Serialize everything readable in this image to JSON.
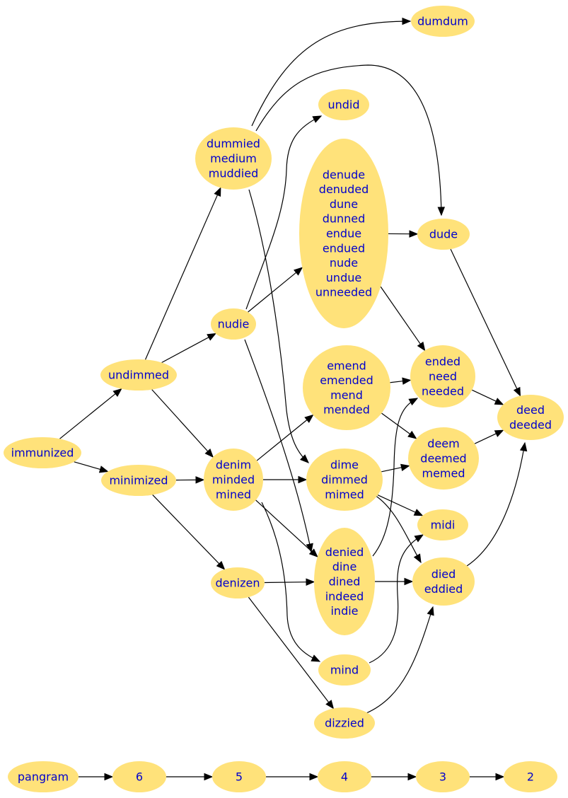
{
  "diagram": {
    "colors": {
      "node_fill": "#ffe27a",
      "label": "#0000cc",
      "edge": "#000000"
    },
    "nodes": [
      {
        "id": "immunized",
        "lines": [
          "immunized"
        ]
      },
      {
        "id": "undimmed",
        "lines": [
          "undimmed"
        ]
      },
      {
        "id": "minimized",
        "lines": [
          "minimized"
        ]
      },
      {
        "id": "dummied",
        "lines": [
          "dummied",
          "medium",
          "muddied"
        ]
      },
      {
        "id": "nudie",
        "lines": [
          "nudie"
        ]
      },
      {
        "id": "denim",
        "lines": [
          "denim",
          "minded",
          "mined"
        ]
      },
      {
        "id": "denizen",
        "lines": [
          "denizen"
        ]
      },
      {
        "id": "dumdum",
        "lines": [
          "dumdum"
        ]
      },
      {
        "id": "undid",
        "lines": [
          "undid"
        ]
      },
      {
        "id": "denude",
        "lines": [
          "denude",
          "denuded",
          "dune",
          "dunned",
          "endue",
          "endued",
          "nude",
          "undue",
          "unneeded"
        ]
      },
      {
        "id": "emend",
        "lines": [
          "emend",
          "emended",
          "mend",
          "mended"
        ]
      },
      {
        "id": "dime",
        "lines": [
          "dime",
          "dimmed",
          "mimed"
        ]
      },
      {
        "id": "denied",
        "lines": [
          "denied",
          "dine",
          "dined",
          "indeed",
          "indie"
        ]
      },
      {
        "id": "mind",
        "lines": [
          "mind"
        ]
      },
      {
        "id": "dizzied",
        "lines": [
          "dizzied"
        ]
      },
      {
        "id": "dude",
        "lines": [
          "dude"
        ]
      },
      {
        "id": "ended",
        "lines": [
          "ended",
          "need",
          "needed"
        ]
      },
      {
        "id": "deem",
        "lines": [
          "deem",
          "deemed",
          "memed"
        ]
      },
      {
        "id": "midi",
        "lines": [
          "midi"
        ]
      },
      {
        "id": "died",
        "lines": [
          "died",
          "eddied"
        ]
      },
      {
        "id": "deed",
        "lines": [
          "deed",
          "deeded"
        ]
      },
      {
        "id": "pangram",
        "lines": [
          "pangram"
        ]
      },
      {
        "id": "l6",
        "lines": [
          "6"
        ]
      },
      {
        "id": "l5",
        "lines": [
          "5"
        ]
      },
      {
        "id": "l4",
        "lines": [
          "4"
        ]
      },
      {
        "id": "l3",
        "lines": [
          "3"
        ]
      },
      {
        "id": "l2",
        "lines": [
          "2"
        ]
      }
    ],
    "edges": [
      [
        "immunized",
        "undimmed"
      ],
      [
        "immunized",
        "minimized"
      ],
      [
        "undimmed",
        "dummied"
      ],
      [
        "undimmed",
        "nudie"
      ],
      [
        "undimmed",
        "denim"
      ],
      [
        "minimized",
        "denim"
      ],
      [
        "minimized",
        "denizen"
      ],
      [
        "dummied",
        "dumdum"
      ],
      [
        "dummied",
        "dude"
      ],
      [
        "dummied",
        "dime"
      ],
      [
        "nudie",
        "undid"
      ],
      [
        "nudie",
        "denude"
      ],
      [
        "nudie",
        "denied"
      ],
      [
        "denim",
        "emend"
      ],
      [
        "denim",
        "dime"
      ],
      [
        "denim",
        "denied"
      ],
      [
        "denim",
        "mind"
      ],
      [
        "denizen",
        "denied"
      ],
      [
        "denizen",
        "dizzied"
      ],
      [
        "denude",
        "dude"
      ],
      [
        "denude",
        "ended"
      ],
      [
        "emend",
        "ended"
      ],
      [
        "emend",
        "deem"
      ],
      [
        "dime",
        "deem"
      ],
      [
        "dime",
        "midi"
      ],
      [
        "dime",
        "died"
      ],
      [
        "denied",
        "ended"
      ],
      [
        "denied",
        "died"
      ],
      [
        "mind",
        "midi"
      ],
      [
        "dizzied",
        "died"
      ],
      [
        "dude",
        "deed"
      ],
      [
        "ended",
        "deed"
      ],
      [
        "deem",
        "deed"
      ],
      [
        "died",
        "deed"
      ],
      [
        "pangram",
        "l6"
      ],
      [
        "l6",
        "l5"
      ],
      [
        "l5",
        "l4"
      ],
      [
        "l4",
        "l3"
      ],
      [
        "l3",
        "l2"
      ]
    ]
  }
}
